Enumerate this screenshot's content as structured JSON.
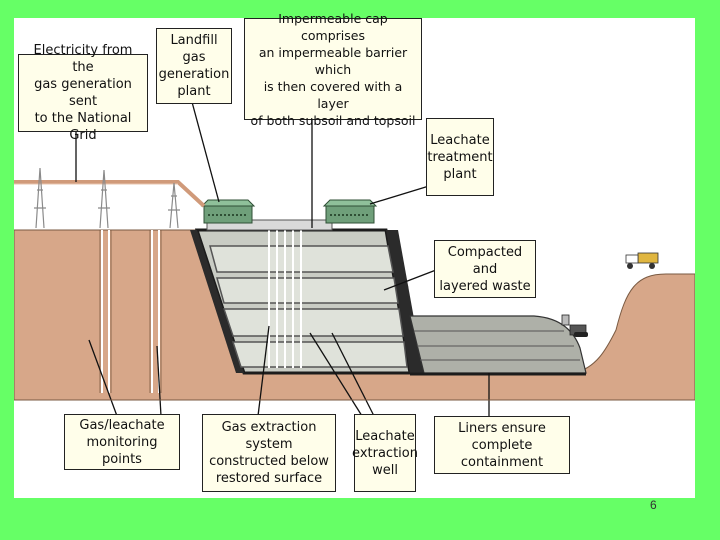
{
  "callouts": {
    "electricity": "Electricity from the\ngas generation sent\nto the National Grid",
    "gas_plant": "Landfill gas\ngeneration\nplant",
    "cap": "Impermeable cap comprises\nan impermeable barrier which\nis then covered with a layer\nof both subsoil and topsoil",
    "leachate_plant": "Leachate\ntreatment\nplant",
    "compacted_waste": "Compacted and\nlayered waste",
    "monitoring": "Gas/leachate\nmonitoring points",
    "extraction_system": "Gas extraction system\nconstructed below\nrestored surface",
    "extraction_well": "Leachate\nextraction\nwell",
    "liners": "Liners ensure complete\ncontainment"
  },
  "page_number": "6",
  "colors": {
    "background": "#66ff66",
    "ground": "#d7a789",
    "waste": "#c9ccc4",
    "cell_line": "#1c1c1c",
    "building": "#6f9f7a",
    "callout_fill": "#fffeea"
  },
  "icons": {
    "pylon": "electricity-pylon-icon",
    "truck": "dump-truck-icon",
    "bulldozer": "bulldozer-icon"
  }
}
